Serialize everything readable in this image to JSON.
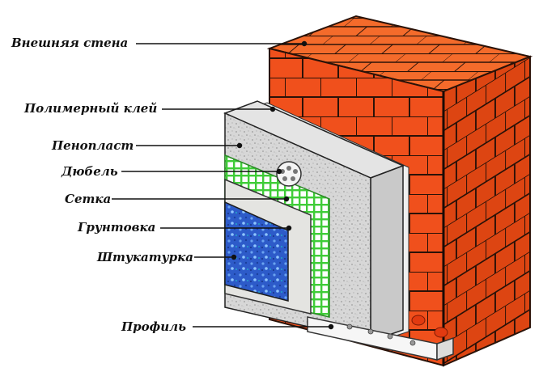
{
  "labels": {
    "outer_wall": "Внешняя стена",
    "polymer_glue": "Полимерный клей",
    "foam": "Пенопласт",
    "dowel": "Дюбель",
    "mesh": "Сетка",
    "primer": "Грунтовка",
    "plaster": "Штукатурка",
    "profile": "Профиль"
  },
  "colors": {
    "brick_front": "#f0501c",
    "brick_top": "#f26a2c",
    "brick_side": "#d8400f",
    "mortar": "#2a1208",
    "foam": "#d9d9d9",
    "mesh_green": "#43d13b",
    "primer": "#e6e6e3",
    "plaster_blue": "#2e5fd0"
  }
}
